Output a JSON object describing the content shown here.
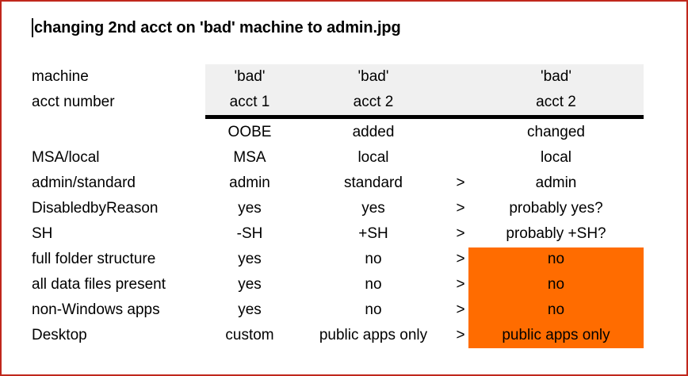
{
  "title": {
    "text": "changing 2nd acct on 'bad' machine to admin.jpg",
    "caret_visible": true
  },
  "colors": {
    "border": "#c0271c",
    "header_band": "#f0f0f0",
    "header_rule": "#000000",
    "highlight": "#ff6c00",
    "text": "#000000"
  },
  "table": {
    "header_rows": [
      {
        "label": "machine",
        "col1": "'bad'",
        "col2": "'bad'",
        "arrow": "",
        "col3": "'bad'"
      },
      {
        "label": "acct number",
        "col1": "acct 1",
        "col2": "acct 2",
        "arrow": "",
        "col3": "acct 2"
      }
    ],
    "body_rows": [
      {
        "label": "",
        "col1": "OOBE",
        "col2": "added",
        "arrow": "",
        "col3": "changed",
        "highlight": false
      },
      {
        "label": "MSA/local",
        "col1": "MSA",
        "col2": "local",
        "arrow": "",
        "col3": "local",
        "highlight": false
      },
      {
        "label": "admin/standard",
        "col1": "admin",
        "col2": "standard",
        "arrow": ">",
        "col3": "admin",
        "highlight": false
      },
      {
        "label": "DisabledbyReason",
        "col1": "yes",
        "col2": "yes",
        "arrow": ">",
        "col3": "probably yes?",
        "highlight": false
      },
      {
        "label": "SH",
        "col1": "-SH",
        "col2": "+SH",
        "arrow": ">",
        "col3": "probably +SH?",
        "highlight": false
      },
      {
        "label": "full folder structure",
        "col1": "yes",
        "col2": "no",
        "arrow": ">",
        "col3": "no",
        "highlight": true
      },
      {
        "label": "all data files present",
        "col1": "yes",
        "col2": "no",
        "arrow": ">",
        "col3": "no",
        "highlight": true
      },
      {
        "label": "non-Windows apps",
        "col1": "yes",
        "col2": "no",
        "arrow": ">",
        "col3": "no",
        "highlight": true
      },
      {
        "label": "Desktop",
        "col1": "custom",
        "col2": "public apps only",
        "arrow": ">",
        "col3": "public apps only",
        "highlight": true
      }
    ]
  }
}
